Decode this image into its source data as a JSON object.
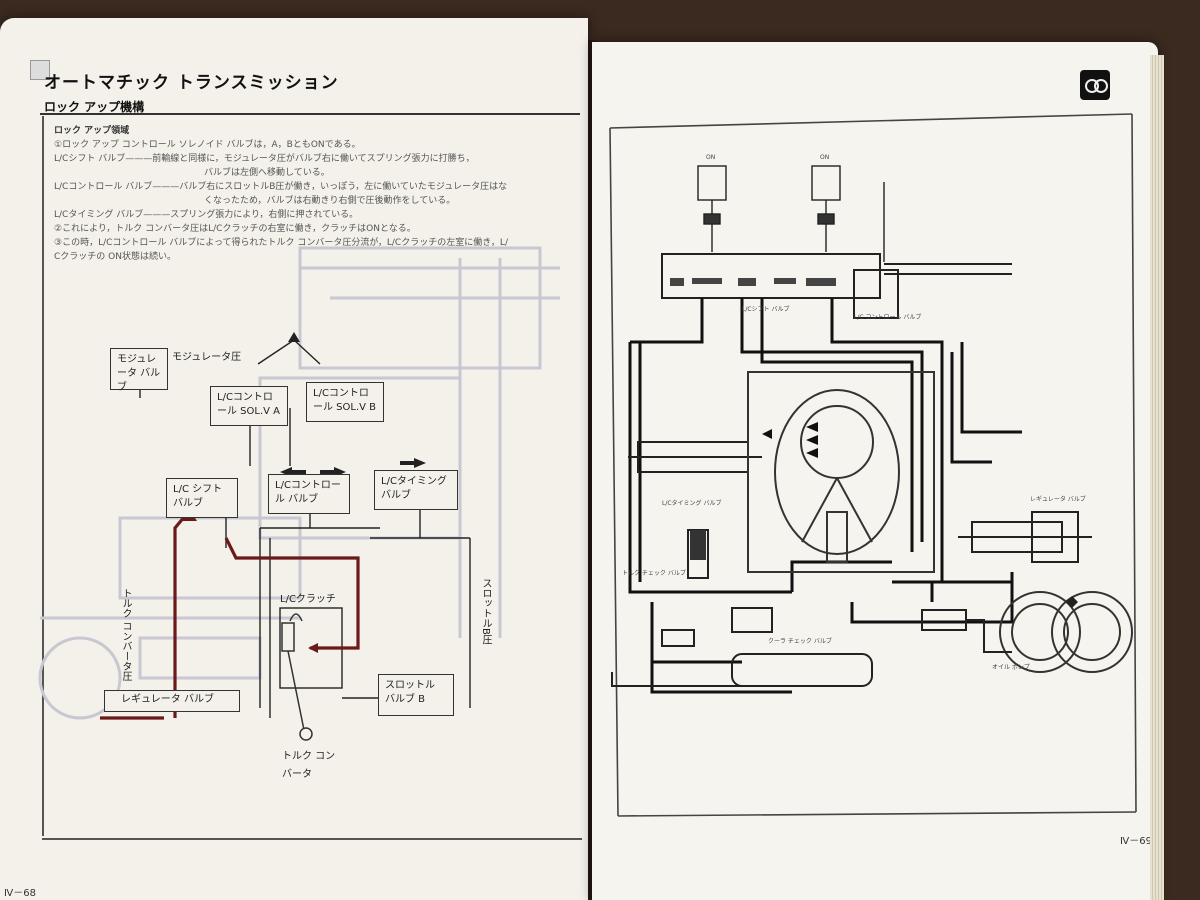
{
  "left_page": {
    "title": "オートマチック トランスミッション",
    "section": "ロック アップ機構",
    "subsection": "ロック アップ領域",
    "lines": [
      "①ロック アップ コントロール ソレノイド バルブは，A，BともONである。",
      "L/Cシフト バルブ———前輸線と同様に，モジュレータ圧がバルブ右に働いてスプリング張力に打勝ち，",
      "バルブは左側へ移動している。",
      "L/Cコントロール バルブ———バルブ右にスロットルB圧が働き，いっぽう，左に働いていたモジュレータ圧はな",
      "くなったため，バルブは右動きり右側で圧後動作をしている。",
      "L/Cタイミング バルブ———スプリング張力により，右側に押されている。",
      "②これにより，トルク コンバータ圧はL/Cクラッチの右室に働き，クラッチはONとなる。",
      "③この時，L/Cコントロール バルブによって得られたトルク コンバータ圧分流が，L/Cクラッチの左室に働き，L/",
      "Cクラッチの ON状態は続い。"
    ],
    "diagram": {
      "modulator_valve": "モジュレータ バルブ",
      "modulator_pressure": "モジュレータ圧",
      "solv_a": "L/Cコントロール SOL.V A",
      "solv_b": "L/Cコントロール SOL.V B",
      "shift_valve": "L/C シフト バルブ",
      "control_valve": "L/Cコントロール バルブ",
      "timing_valve": "L/Cタイミング バルブ",
      "clutch": "L/Cクラッチ",
      "torque_conv_pressure": "トルク コンバータ圧",
      "throttle_b_pressure": "スロットルB圧",
      "regulator_valve": "レギュレータ バルブ",
      "throttle_valve_b": "スロットル バルブ B",
      "torque_converter": "トルク コンバータ"
    },
    "page_number": "Ⅳ－68"
  },
  "right_page": {
    "page_number": "Ⅳ－69",
    "labels": {
      "on_a": "ON",
      "on_b": "ON",
      "shift_valve": "L/Cシフト バルブ",
      "control_valve": "L/C コントロール バルブ",
      "timing_valve": "L/Cタイミング バルブ",
      "regulator_valve": "レギュレータ バルブ",
      "check_valve": "トルク チェック バルブ",
      "oil_cooler": "クーラ チェック バルブ",
      "oil_pump": "オイル ポンプ"
    }
  }
}
